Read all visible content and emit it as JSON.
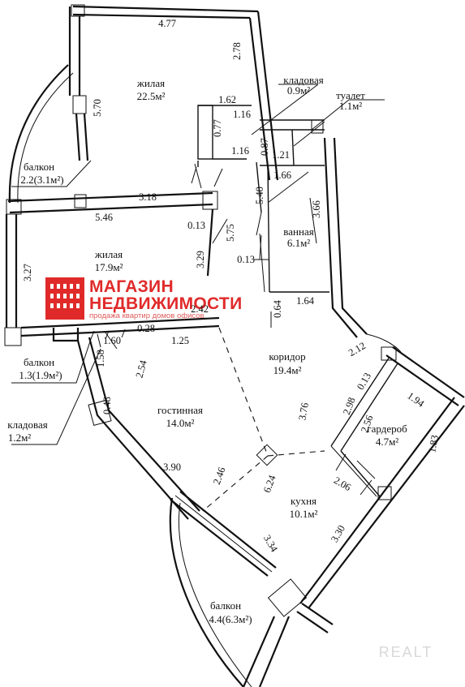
{
  "rooms": {
    "living1": {
      "name": "жилая",
      "area": "22.5м²"
    },
    "storage_top": {
      "name": "кладовая",
      "area": "0.9м²"
    },
    "toilet": {
      "name": "туалет",
      "area": "1.1м²"
    },
    "balcony_top": {
      "name": "балкон",
      "area": "2.2(3.1м²)"
    },
    "living2": {
      "name": "жилая",
      "area": "17.9м²"
    },
    "bath": {
      "name": "ванная",
      "area": "6.1м²"
    },
    "balcony_mid": {
      "name": "балкон",
      "area": "1.3(1.9м²)"
    },
    "corridor": {
      "name": "коридор",
      "area": "19.4м²"
    },
    "storage_left": {
      "name": "кладовая",
      "area": "1.2м²"
    },
    "lounge": {
      "name": "гостинная",
      "area": "14.0м²"
    },
    "wardrobe": {
      "name": "гардероб",
      "area": "4.7м²"
    },
    "kitchen": {
      "name": "кухня",
      "area": "10.1м²"
    },
    "balcony_bottom": {
      "name": "балкон",
      "area": "4.4(6.3м²)"
    }
  },
  "dimensions": {
    "d477": "4.77",
    "d278": "2.78",
    "d570": "5.70",
    "d162": "1.62",
    "d116a": "1.16",
    "d077": "0.77",
    "d116b": "1.16",
    "d087": "0.87",
    "d121": "1.21",
    "d166": "1.66",
    "d318": "3.18",
    "d540": "5.40",
    "d366": "3.66",
    "d546": "5.46",
    "d013a": "0.13",
    "d575": "5.75",
    "d327": "3.27",
    "d329": "3.29",
    "d013b": "0.13",
    "d064": "0.64",
    "d164": "1.64",
    "d242": "2.42",
    "d028": "0.28",
    "d160": "1.60",
    "d125": "1.25",
    "d212": "2.12",
    "d158": "1.58",
    "d254": "2.54",
    "d013c": "0.13",
    "d048": "0.48",
    "d194": "1.94",
    "d298": "2.98",
    "d376": "3.76",
    "d256": "2.56",
    "d183": "1.83",
    "d390": "3.90",
    "d246": "2.46",
    "d624": "6.24",
    "d206": "2.06",
    "d334": "3.34",
    "d330": "3.30"
  },
  "logo": {
    "title_line1": "МАГАЗИН",
    "title_line2": "НЕДВИЖИМОСТИ",
    "subtitle": "продажа квартир домов офисов"
  },
  "watermark": "REALT"
}
